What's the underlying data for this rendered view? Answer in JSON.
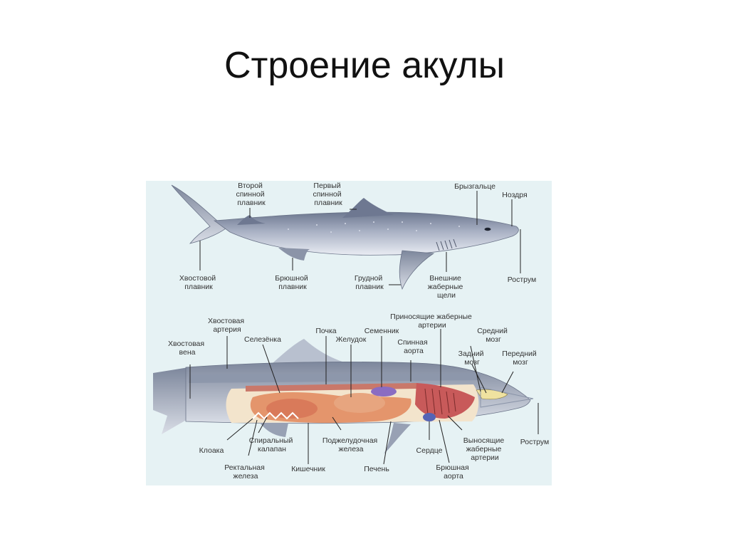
{
  "slide": {
    "title": "Строение акулы"
  },
  "diagram": {
    "external_labels": [
      {
        "id": "second-dorsal",
        "lines": [
          "Второй",
          "спинной",
          "плавник"
        ]
      },
      {
        "id": "first-dorsal",
        "lines": [
          "Первый",
          "спинной",
          "плавник"
        ]
      },
      {
        "id": "spiracle",
        "lines": [
          "Брызгальце"
        ]
      },
      {
        "id": "nostril",
        "lines": [
          "Ноздря"
        ]
      },
      {
        "id": "caudal-fin",
        "lines": [
          "Хвостовой",
          "плавник"
        ]
      },
      {
        "id": "pelvic-fin",
        "lines": [
          "Брюшной",
          "плавник"
        ]
      },
      {
        "id": "pectoral-fin",
        "lines": [
          "Грудной",
          "плавник"
        ]
      },
      {
        "id": "gill-slits",
        "lines": [
          "Внешние",
          "жаберные",
          "щели"
        ]
      },
      {
        "id": "rostrum-top",
        "lines": [
          "Рострум"
        ]
      }
    ],
    "internal_labels": [
      {
        "id": "caudal-artery",
        "lines": [
          "Хвостовая",
          "артерия"
        ]
      },
      {
        "id": "caudal-vein",
        "lines": [
          "Хвостовая",
          "вена"
        ]
      },
      {
        "id": "spleen",
        "lines": [
          "Селезёнка"
        ]
      },
      {
        "id": "kidney",
        "lines": [
          "Почка"
        ]
      },
      {
        "id": "stomach",
        "lines": [
          "Желудок"
        ]
      },
      {
        "id": "testis",
        "lines": [
          "Семенник"
        ]
      },
      {
        "id": "dorsal-aorta",
        "lines": [
          "Спинная",
          "аорта"
        ]
      },
      {
        "id": "afferent-arteries",
        "lines": [
          "Приносящие жаберные",
          "артерии"
        ]
      },
      {
        "id": "midbrain",
        "lines": [
          "Средний",
          "мозг"
        ]
      },
      {
        "id": "hindbrain",
        "lines": [
          "Задний",
          "мозг"
        ]
      },
      {
        "id": "forebrain",
        "lines": [
          "Передний",
          "мозг"
        ]
      },
      {
        "id": "cloaca",
        "lines": [
          "Клоака"
        ]
      },
      {
        "id": "spiral-valve",
        "lines": [
          "Спиральный",
          "калапан"
        ]
      },
      {
        "id": "pancreas",
        "lines": [
          "Поджелудочная",
          "железа"
        ]
      },
      {
        "id": "heart",
        "lines": [
          "Сердце"
        ]
      },
      {
        "id": "efferent-arteries",
        "lines": [
          "Выносящие",
          "жаберные",
          "артерии"
        ]
      },
      {
        "id": "rostrum-bottom",
        "lines": [
          "Рострум"
        ]
      },
      {
        "id": "rectal-gland",
        "lines": [
          "Ректальная",
          "железа"
        ]
      },
      {
        "id": "intestine",
        "lines": [
          "Кишечник"
        ]
      },
      {
        "id": "liver",
        "lines": [
          "Печень"
        ]
      },
      {
        "id": "ventral-aorta",
        "lines": [
          "Брюшная",
          "аорта"
        ]
      }
    ]
  }
}
